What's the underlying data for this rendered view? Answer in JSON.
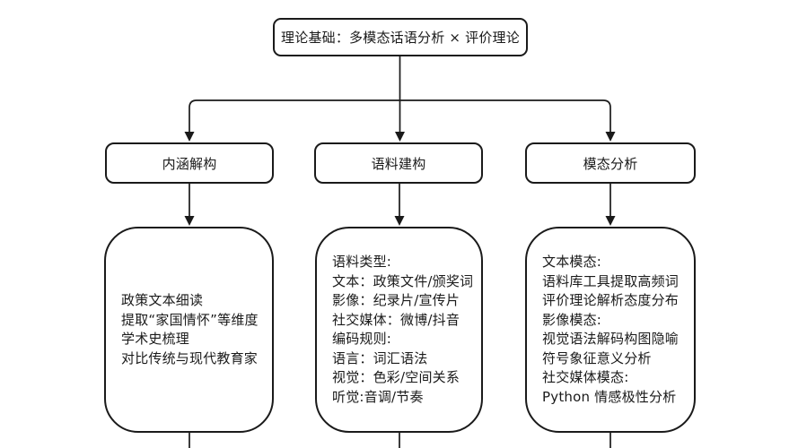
{
  "diagram": {
    "colors": {
      "stroke": "#1a1a1a",
      "background": "#ffffff",
      "text": "#1a1a1a"
    },
    "root": {
      "label": "理论基础：多模态话语分析 × 评价理论"
    },
    "branches": [
      {
        "header": "内涵解构",
        "lines": [
          "政策文本细读",
          "提取“家国情怀”等维度",
          "学术史梳理",
          "对比传统与现代教育家"
        ]
      },
      {
        "header": "语料建构",
        "lines": [
          "语料类型:",
          "文本：政策文件/颁奖词",
          "影像：纪录片/宣传片",
          "社交媒体：微博/抖音",
          "编码规则:",
          "语言：词汇语法",
          "视觉：色彩/空间关系",
          "听觉:音调/节奏"
        ]
      },
      {
        "header": "模态分析",
        "lines": [
          "文本模态:",
          "语料库工具提取高频词",
          "评价理论解析态度分布",
          "影像模态:",
          "视觉语法解码构图隐喻",
          "符号象征意义分析",
          "社交媒体模态:",
          "Python 情感极性分析"
        ]
      }
    ]
  }
}
